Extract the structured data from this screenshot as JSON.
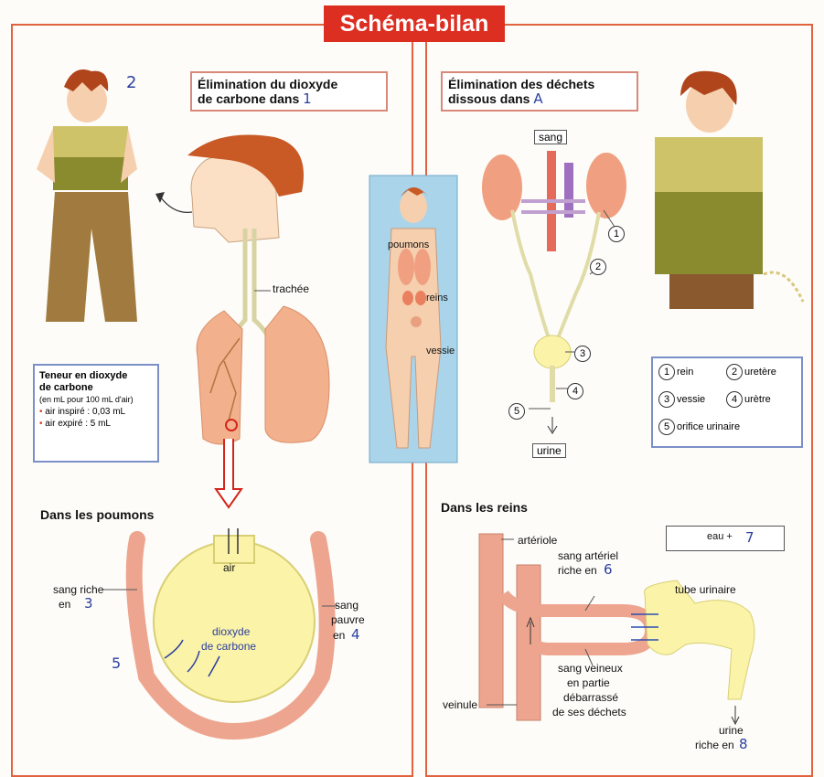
{
  "title": "Schéma-bilan",
  "left": {
    "heading": "Élimination du dioxyde de carbone dans",
    "heading_line1": "Élimination du dioxyde",
    "heading_line2": "de carbone dans",
    "heading_number": "1",
    "boy_number": "2",
    "label_trachee": "trachée",
    "teneur": {
      "title_line1": "Teneur en dioxyde",
      "title_line2": "de carbone",
      "subtitle": "(en mL pour 100 mL d'air)",
      "item1": "air inspiré : 0,03 mL",
      "item2": "air expiré : 5 mL"
    },
    "section_title": "Dans les poumons",
    "label_air": "air",
    "label_sang_riche": "sang riche",
    "label_en_left": "en",
    "number_3": "3",
    "label_sang": "sang",
    "label_pauvre": "pauvre",
    "label_en_right": "en",
    "number_4": "4",
    "label_dioxyde1": "dioxyde",
    "label_dioxyde2": "de carbone",
    "number_5": "5"
  },
  "center": {
    "label_poumons": "poumons",
    "label_reins": "reins",
    "label_vessie": "vessie"
  },
  "right": {
    "heading_line1": "Élimination des déchets",
    "heading_line2": "dissous dans",
    "heading_letter": "A",
    "label_sang_top": "sang",
    "label_urine": "urine",
    "legend": {
      "n1": "1",
      "t1": "rein",
      "n2": "2",
      "t2": "uretère",
      "n3": "3",
      "t3": "vessie",
      "n4": "4",
      "t4": "urètre",
      "n5": "5",
      "t5": "orifice urinaire"
    },
    "section_title": "Dans les reins",
    "label_arteriole": "artériole",
    "label_sang_arteriel": "sang artériel",
    "label_riche_en": "riche en",
    "number_6": "6",
    "label_eau": "eau +",
    "number_7": "7",
    "label_tube": "tube urinaire",
    "label_veineux1": "sang veineux",
    "label_veineux2": "en partie",
    "label_veineux3": "débarrassé",
    "label_veineux4": "de ses déchets",
    "label_veinule": "veinule",
    "label_urine_bottom": "urine",
    "label_riche_en_bottom": "riche en",
    "number_8": "8"
  },
  "colors": {
    "frame": "#e2623f",
    "title_bg": "#dd2e22",
    "vessel": "#eea58f",
    "lung": "#f3b08c",
    "bladder": "#fbf3a8",
    "handwriting": "#2b3fa0",
    "legend_border": "#7b8fc8"
  }
}
